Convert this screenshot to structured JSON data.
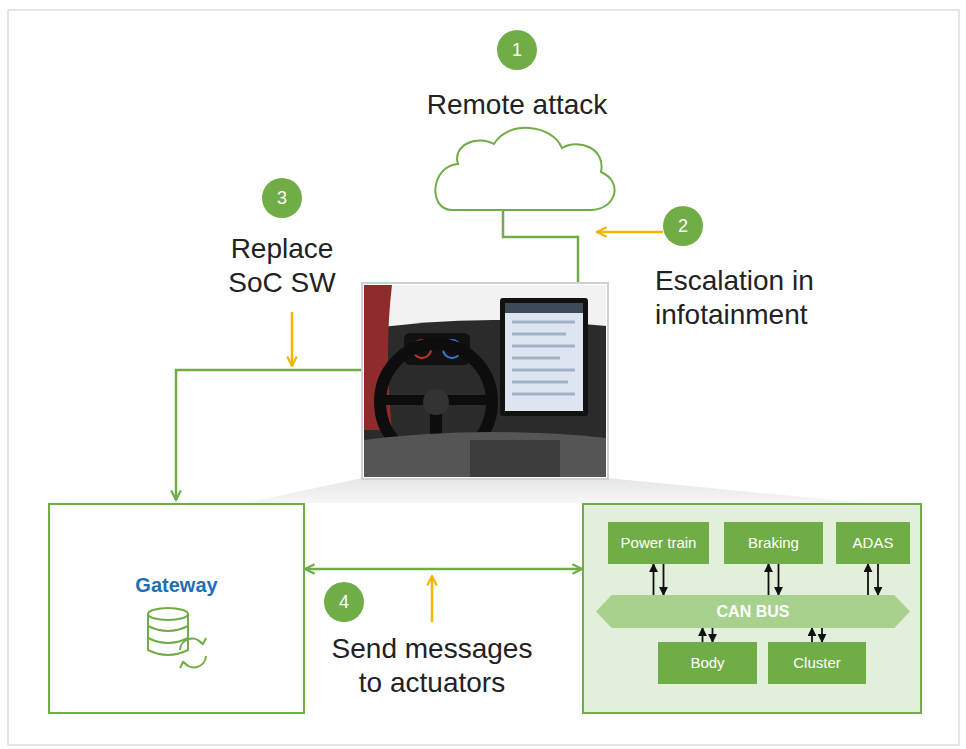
{
  "diagram": {
    "nodes": [
      {
        "text": [
          "Gateway"
        ]
      },
      {
        "text": []
      },
      {
        "text": [
          "Power train"
        ],
        "in": 1
      },
      {
        "text": [
          "Braking"
        ],
        "in": 1
      },
      {
        "text": [
          "ADAS"
        ],
        "in": 1
      },
      {
        "text": [
          "CAN BUS"
        ],
        "in": 1
      },
      {
        "text": [
          "Body"
        ],
        "in": 1
      },
      {
        "text": [
          "Cluster"
        ],
        "in": 1
      }
    ],
    "edges": [
      {
        "from": 0,
        "to": 1,
        "arrow": "both"
      },
      {
        "from": 5,
        "to": 2,
        "arrow": "to"
      },
      {
        "from": 2,
        "to": 5,
        "arrow": "to"
      },
      {
        "from": 5,
        "to": 3,
        "arrow": "to"
      },
      {
        "from": 3,
        "to": 5,
        "arrow": "to"
      },
      {
        "from": 5,
        "to": 4,
        "arrow": "to"
      },
      {
        "from": 4,
        "to": 5,
        "arrow": "to"
      },
      {
        "from": 6,
        "to": 5,
        "arrow": "to"
      },
      {
        "from": 5,
        "to": 6,
        "arrow": "to"
      },
      {
        "from": 7,
        "to": 5,
        "arrow": "to"
      },
      {
        "from": 5,
        "to": 7,
        "arrow": "to"
      }
    ],
    "labels": [
      "1",
      "Remote attack",
      "2",
      "Escalation in infotainment",
      "3",
      "Replace SoC SW",
      "4",
      "Send messages to actuators"
    ]
  }
}
